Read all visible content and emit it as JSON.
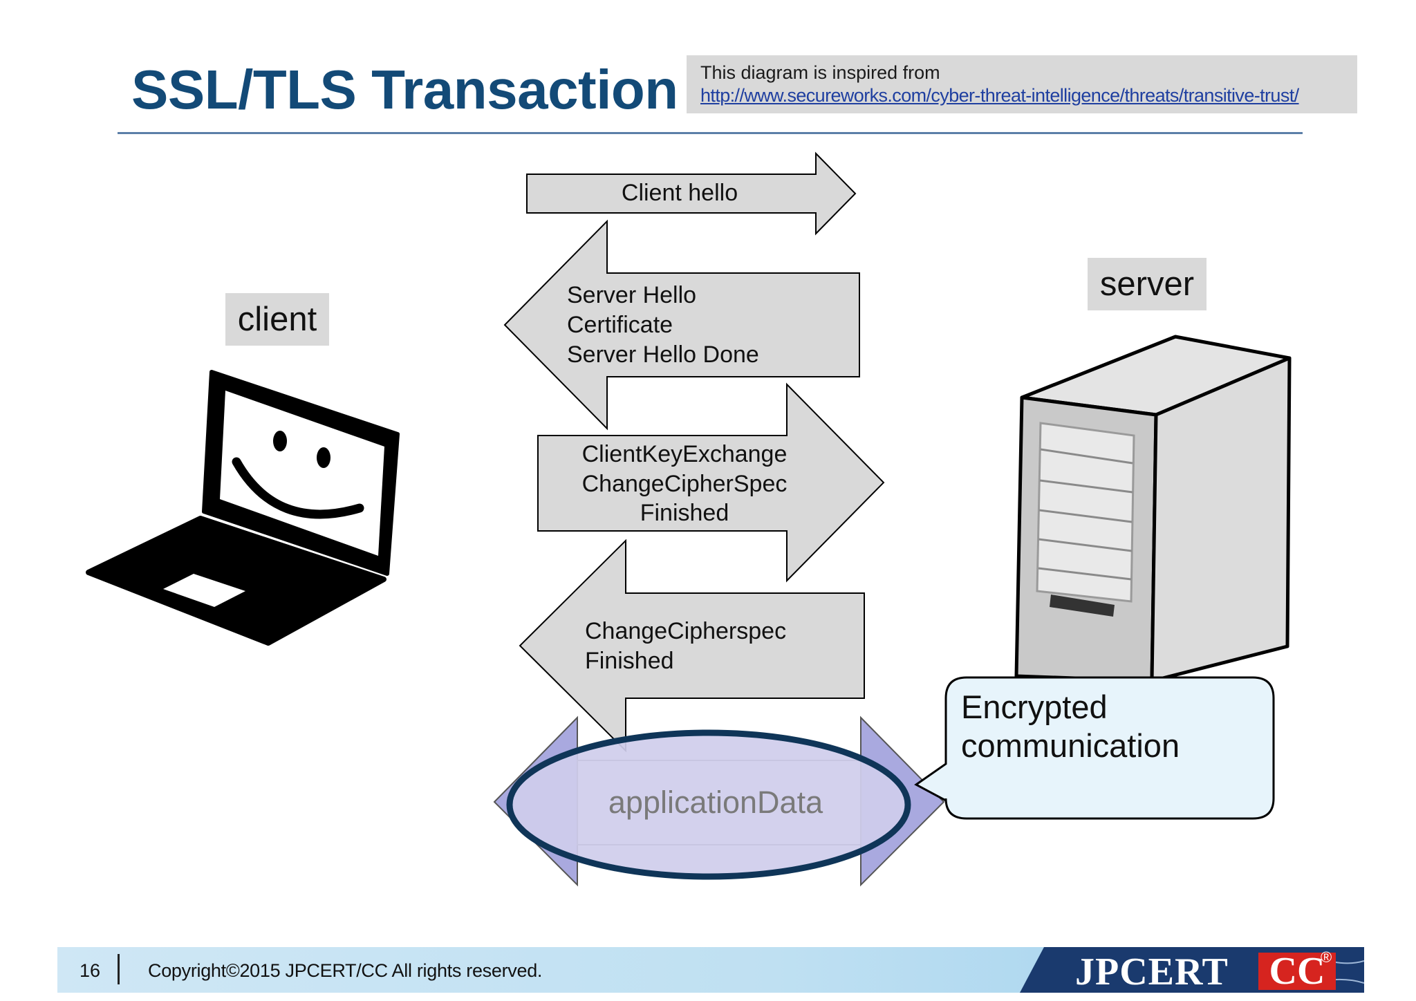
{
  "slide": {
    "title": "SSL/TLS Transaction",
    "note": {
      "line1": "This diagram is inspired from",
      "link": "http://www.secureworks.com/cyber-threat-intelligence/threats/transitive-trust/"
    }
  },
  "diagram": {
    "client_label": "client",
    "server_label": "server",
    "messages": [
      {
        "direction": "client-to-server",
        "lines": [
          "Client hello"
        ]
      },
      {
        "direction": "server-to-client",
        "lines": [
          "Server Hello",
          "Certificate",
          "Server Hello Done"
        ]
      },
      {
        "direction": "client-to-server",
        "lines": [
          "ClientKeyExchange",
          "ChangeCipherSpec",
          "Finished"
        ]
      },
      {
        "direction": "server-to-client",
        "lines": [
          "ChangeCipherspec",
          "Finished"
        ]
      }
    ],
    "application_data": "applicationData",
    "callout": [
      "Encrypted",
      "communication"
    ]
  },
  "footer": {
    "page_number": "16",
    "copyright": "Copyright©2015 JPCERT/CC All rights reserved.",
    "logo_text": "JPCERT",
    "logo_cc": "CC",
    "logo_reg": "®"
  },
  "colors": {
    "title": "#134a77",
    "arrow_fill": "#d9d9d9",
    "app_arrow_fill": "#a9a9df",
    "ellipse_fill": "#cfcdec",
    "ellipse_stroke": "#0f3558",
    "callout_fill": "#e7f4fb",
    "logo_red": "#d6241f",
    "logo_navy": "#1a3a6e"
  }
}
